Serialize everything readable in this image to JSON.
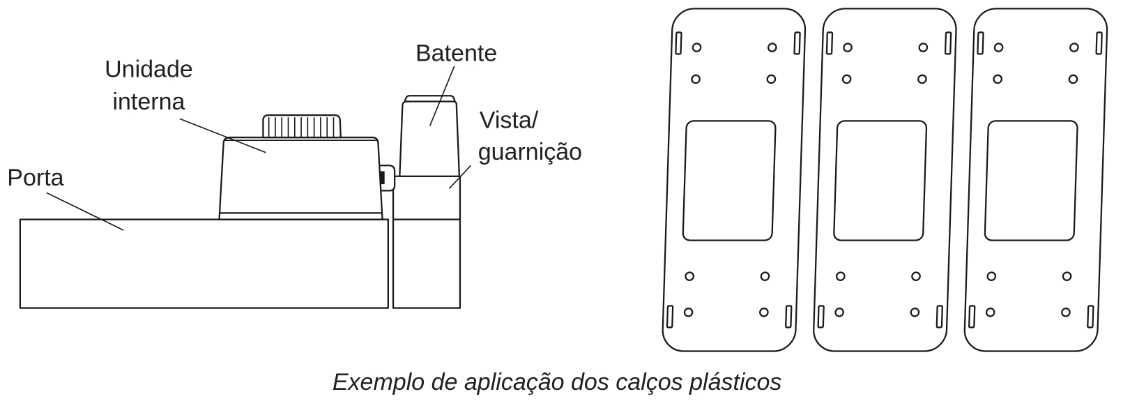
{
  "labels": {
    "unit_line1": "Unidade",
    "unit_line2": "interna",
    "stop": "Batente",
    "trim_line1": "Vista/",
    "trim_line2": "guarnição",
    "door": "Porta"
  },
  "caption": "Exemplo de aplicação dos calços plásticos",
  "plates": [
    {
      "name": "plate-1"
    },
    {
      "name": "plate-2"
    },
    {
      "name": "plate-3"
    }
  ],
  "colors": {
    "line": "#1a1a1a",
    "text": "#231f20",
    "background": "#ffffff"
  }
}
